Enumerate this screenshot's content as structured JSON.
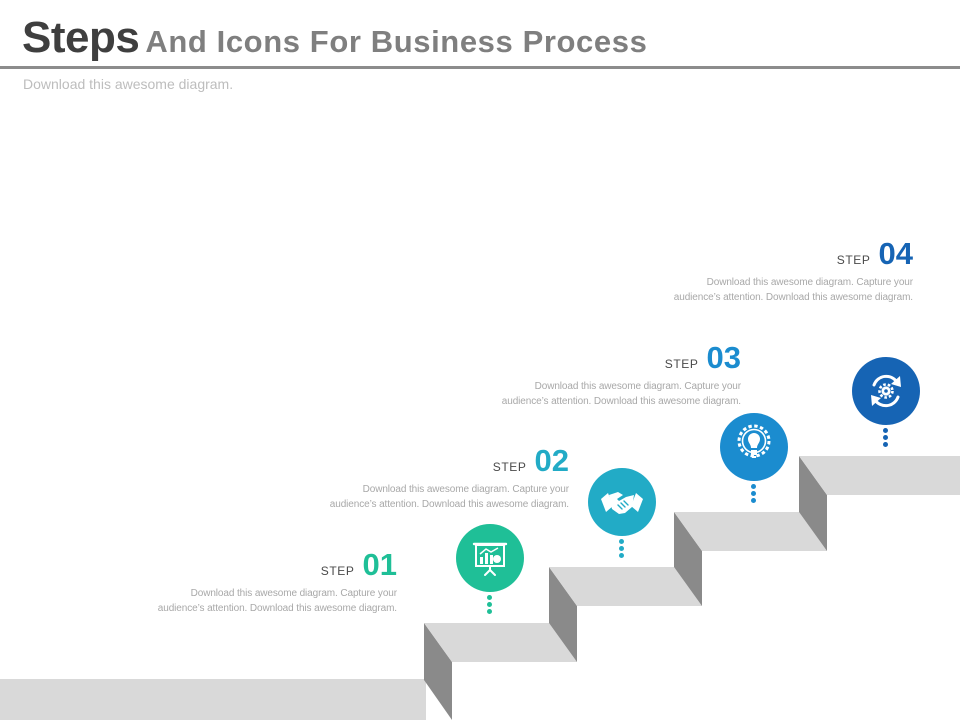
{
  "header": {
    "title_strong": "Steps",
    "title_rest": "And Icons For Business Process",
    "subtitle": "Download this awesome diagram."
  },
  "colors": {
    "title_dark": "#3f3f3f",
    "title_light": "#7f7f7f",
    "step1": "#1fbf97",
    "step2": "#22abc6",
    "step3": "#1b8ccf",
    "step4": "#1664b4",
    "stair_top": "#d9d9d9",
    "stair_side": "#8a8a8a"
  },
  "steps": [
    {
      "label": "STEP",
      "number": "01",
      "desc_line1": "Download this awesome diagram. Capture your",
      "desc_line2": "audience’s attention. Download this awesome diagram.",
      "icon": "presentation-chart-icon"
    },
    {
      "label": "STEP",
      "number": "02",
      "desc_line1": "Download this awesome diagram. Capture your",
      "desc_line2": "audience’s attention. Download this awesome diagram.",
      "icon": "handshake-icon"
    },
    {
      "label": "STEP",
      "number": "03",
      "desc_line1": "Download this awesome diagram. Capture your",
      "desc_line2": "audience’s attention. Download this awesome diagram.",
      "icon": "lightbulb-gear-icon"
    },
    {
      "label": "STEP",
      "number": "04",
      "desc_line1": "Download this awesome diagram. Capture your",
      "desc_line2": "audience’s attention. Download this awesome diagram.",
      "icon": "gear-cycle-icon"
    }
  ]
}
